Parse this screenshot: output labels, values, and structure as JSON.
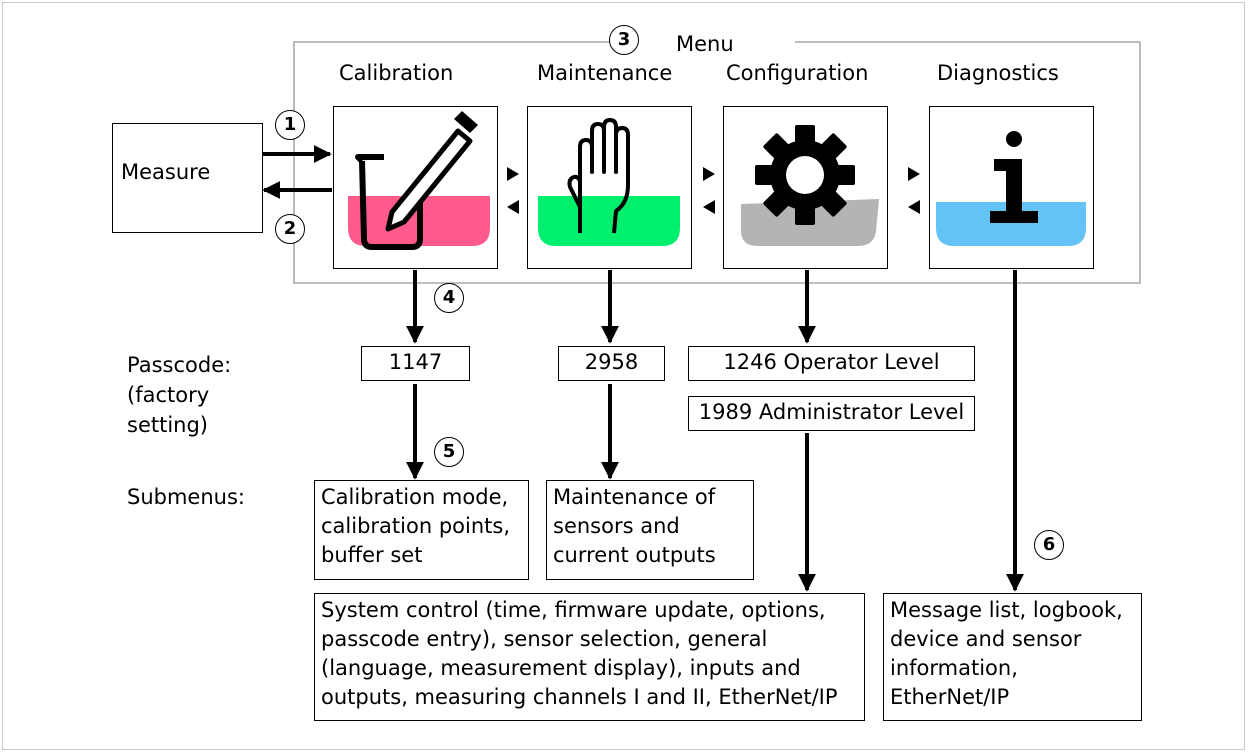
{
  "menu": {
    "label": "Menu",
    "items": [
      {
        "label": "Calibration",
        "icon": "calibration-icon",
        "fill_color": "#ff5a8c"
      },
      {
        "label": "Maintenance",
        "icon": "hand-icon",
        "fill_color": "#00f06e"
      },
      {
        "label": "Configuration",
        "icon": "gear-icon",
        "fill_color": "#b4b4b4"
      },
      {
        "label": "Diagnostics",
        "icon": "info-icon",
        "fill_color": "#64c3f5"
      }
    ]
  },
  "measure": {
    "label": "Measure"
  },
  "callouts": [
    "1",
    "2",
    "3",
    "4",
    "5",
    "6"
  ],
  "passcode": {
    "label": "Passcode:\n(factory\nsetting)",
    "calibration": "1147",
    "maintenance": "2958",
    "operator": "1246 Operator Level",
    "administrator": "1989 Administrator Level"
  },
  "submenus": {
    "label": "Submenus:",
    "calibration": "Calibration mode,\ncalibration points,\nbuffer set",
    "maintenance": "Maintenance of\nsensors and\ncurrent outputs",
    "configuration": "System control (time, firmware update, options,\npasscode entry), sensor selection, general\n(language, measurement display), inputs and\noutputs, measuring channels I and II, EtherNet/IP",
    "diagnostics": "Message list, logbook,\ndevice and sensor\ninformation,\nEtherNet/IP"
  }
}
